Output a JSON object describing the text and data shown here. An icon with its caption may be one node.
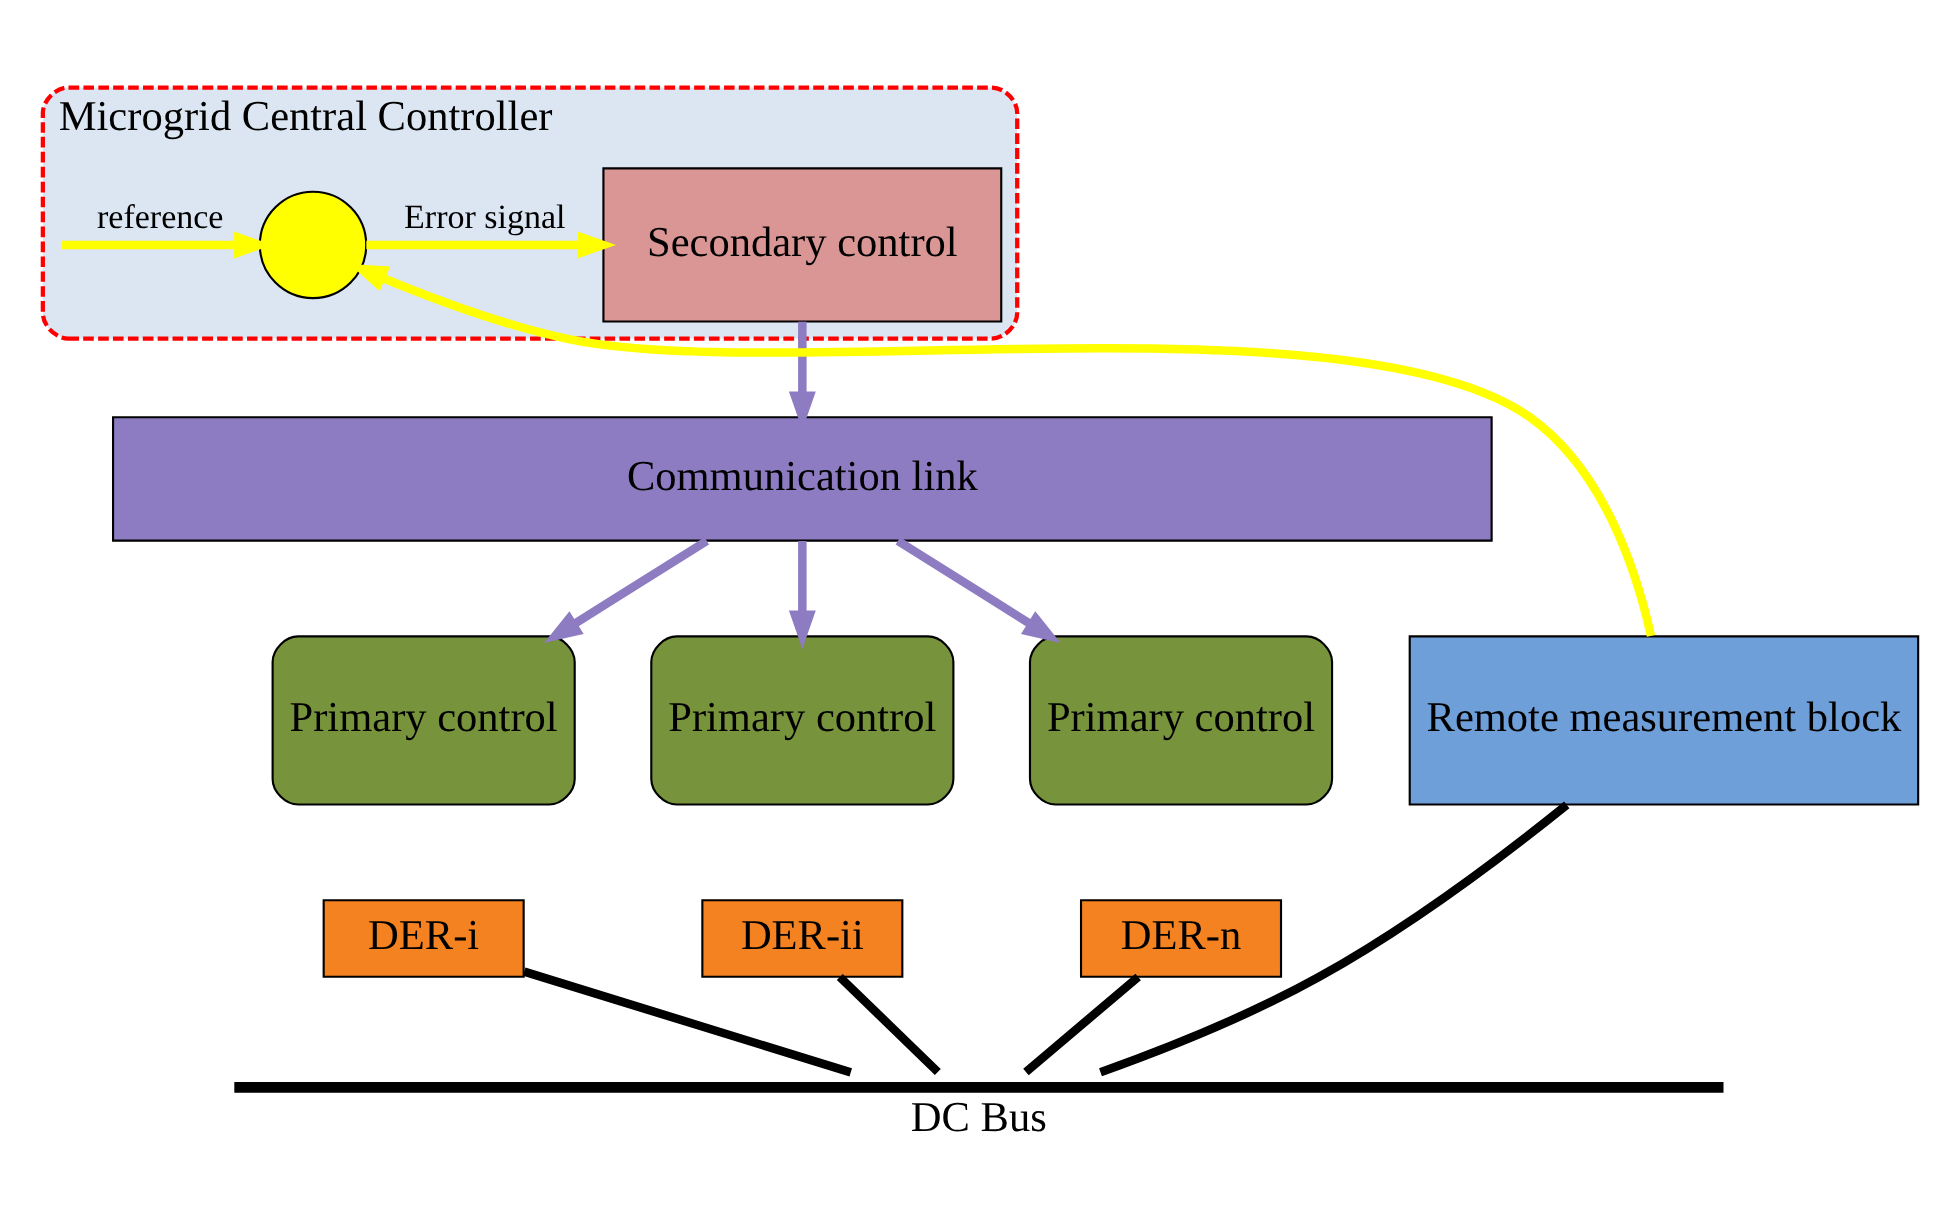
{
  "diagram": {
    "nodes": [
      {
        "text": [
          "Microgrid Central Controller"
        ]
      },
      {
        "text": [],
        "shape": "circle",
        "in": 0
      },
      {
        "text": [
          "Secondary control"
        ],
        "in": 0
      },
      {
        "text": [
          "Communication link"
        ]
      },
      {
        "text": [
          "Remote measurement block"
        ]
      },
      {
        "text": [
          "Primary control"
        ]
      },
      {
        "text": [
          "DER-i"
        ]
      },
      {
        "text": [
          "Primary control"
        ]
      },
      {
        "text": [
          "DER-ii"
        ]
      },
      {
        "text": [
          "Primary control"
        ]
      },
      {
        "text": [
          "DER-n"
        ]
      },
      {
        "text": [
          "DC Bus"
        ]
      }
    ],
    "edges": [
      {
        "from": null,
        "to": 1,
        "arrow": "to",
        "label": "reference",
        "color": "#ffff00"
      },
      {
        "from": 1,
        "to": 2,
        "arrow": "to",
        "label": "Error signal",
        "color": "#ffff00"
      },
      {
        "from": 4,
        "to": 1,
        "arrow": "to",
        "color": "#ffff00"
      },
      {
        "from": 2,
        "to": 3,
        "arrow": "to",
        "color": "#8e7cc3"
      },
      {
        "from": 3,
        "to": 5,
        "arrow": "to",
        "color": "#8e7cc3"
      },
      {
        "from": 3,
        "to": 7,
        "arrow": "to",
        "color": "#8e7cc3"
      },
      {
        "from": 3,
        "to": 9,
        "arrow": "to",
        "color": "#8e7cc3"
      },
      {
        "from": 4,
        "to": 11,
        "arrow": "none",
        "color": "#000000"
      },
      {
        "from": 6,
        "to": 11,
        "arrow": "none",
        "color": "#000000"
      },
      {
        "from": 8,
        "to": 11,
        "arrow": "none",
        "color": "#000000"
      },
      {
        "from": 10,
        "to": 11,
        "arrow": "none",
        "color": "#000000"
      }
    ]
  }
}
